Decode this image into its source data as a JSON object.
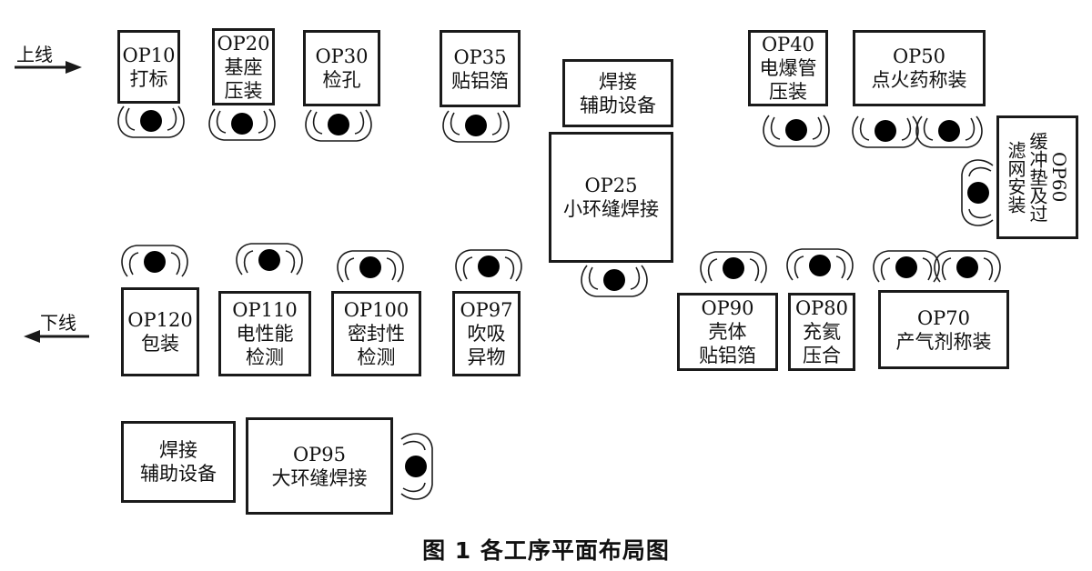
{
  "flow": {
    "in_label": "上线",
    "out_label": "下线"
  },
  "stations": {
    "op10": [
      "OP10",
      "打标"
    ],
    "op20": [
      "OP20",
      "基座",
      "压装"
    ],
    "op30": [
      "OP30",
      "检孔"
    ],
    "op35": [
      "OP35",
      "贴铝箔"
    ],
    "weld_aux_top": [
      "焊接",
      "辅助设备"
    ],
    "op25": [
      "OP25",
      "小环缝焊接"
    ],
    "op40": [
      "OP40",
      "电爆管",
      "压装"
    ],
    "op50": [
      "OP50",
      "点火药称装"
    ],
    "op60": [
      "OP60",
      "缓冲垫及过",
      "滤网安装"
    ],
    "op120": [
      "OP120",
      "包装"
    ],
    "op110": [
      "OP110",
      "电性能",
      "检测"
    ],
    "op100": [
      "OP100",
      "密封性",
      "检测"
    ],
    "op97": [
      "OP97",
      "吹吸",
      "异物"
    ],
    "op90": [
      "OP90",
      "壳体",
      "贴铝箔"
    ],
    "op80": [
      "OP80",
      "充氦",
      "压合"
    ],
    "op70": [
      "OP70",
      "产气剂称装"
    ],
    "weld_aux_bottom": [
      "焊接",
      "辅助设备"
    ],
    "op95": [
      "OP95",
      "大环缝焊接"
    ]
  },
  "caption": "图 1  各工序平面布局图",
  "colors": {
    "line": "#1a1a1a",
    "worker_head": "#000000"
  }
}
